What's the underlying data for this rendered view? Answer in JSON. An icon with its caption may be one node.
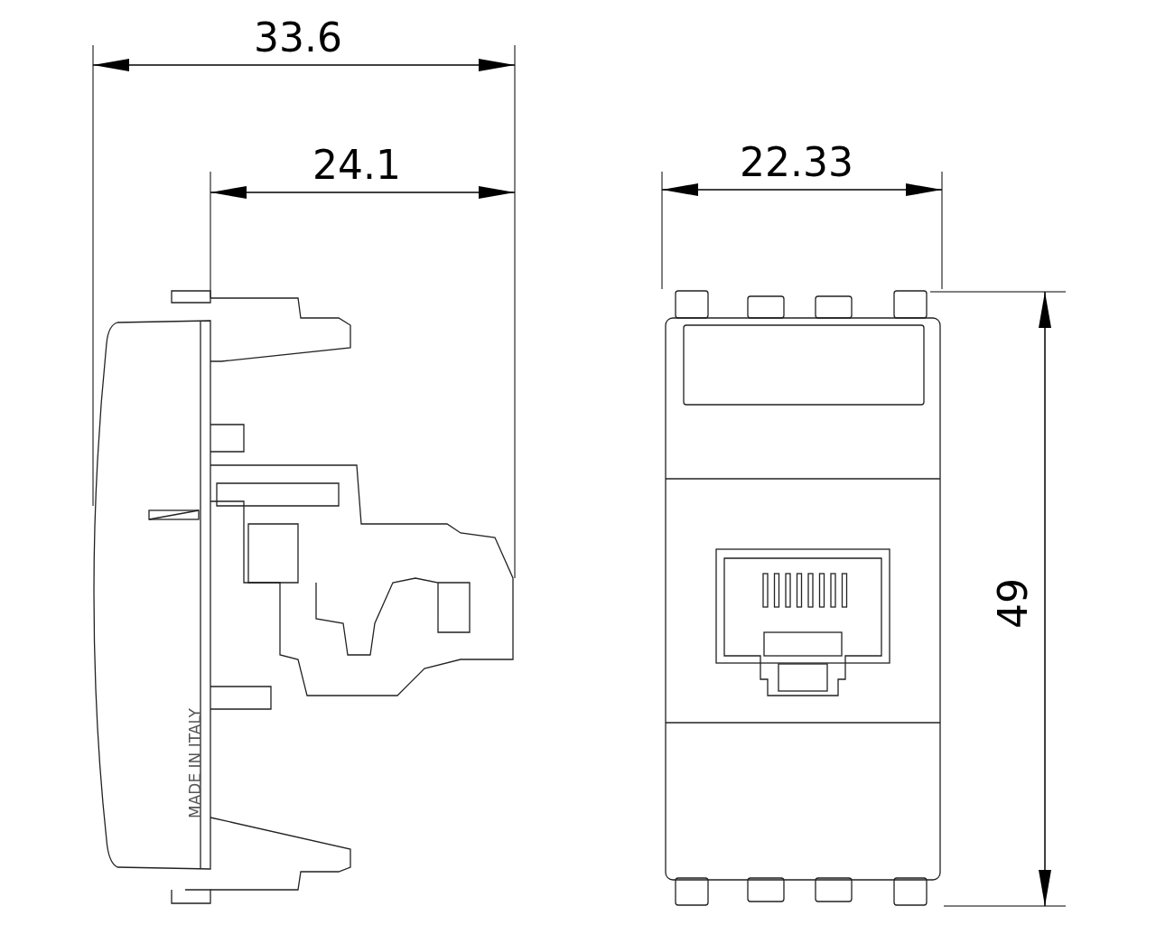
{
  "diagram": {
    "labels": [
      "33.6",
      "24.1",
      "22.33",
      "49",
      "MADE IN ITALY"
    ]
  }
}
